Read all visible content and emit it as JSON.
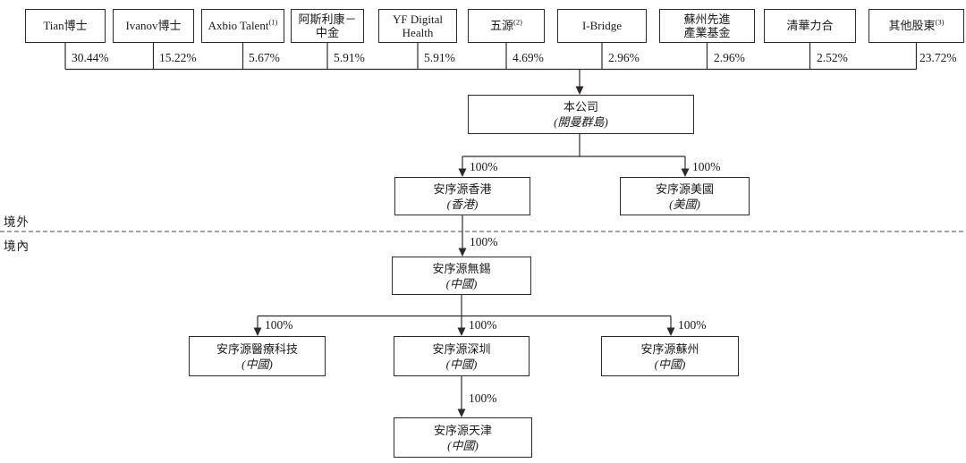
{
  "diagram": {
    "title": "shareholding-structure",
    "ink_color": "#2e2a28",
    "regions": {
      "offshore": "境外",
      "onshore": "境內"
    },
    "shareholders": [
      {
        "line1": "Tian博士",
        "line2": "",
        "sup": "",
        "pct": "30.44%"
      },
      {
        "line1": "Ivanov博士",
        "line2": "",
        "sup": "",
        "pct": "15.22%"
      },
      {
        "line1": "Axbio Talent",
        "line2": "",
        "sup": "(1)",
        "pct": "5.67%"
      },
      {
        "line1": "阿斯利康－",
        "line2": "中金",
        "sup": "",
        "pct": "5.91%"
      },
      {
        "line1": "YF Digital",
        "line2": "Health",
        "sup": "",
        "pct": "5.91%"
      },
      {
        "line1": "五源",
        "line2": "",
        "sup": "(2)",
        "pct": "4.69%"
      },
      {
        "line1": "I-Bridge",
        "line2": "",
        "sup": "",
        "pct": "2.96%"
      },
      {
        "line1": "蘇州先進",
        "line2": "產業基金",
        "sup": "",
        "pct": "2.96%"
      },
      {
        "line1": "清華力合",
        "line2": "",
        "sup": "",
        "pct": "2.52%"
      },
      {
        "line1": "其他股東",
        "line2": "",
        "sup": "(3)",
        "pct": "23.72%"
      }
    ],
    "entities": {
      "company": {
        "name": "本公司",
        "location": "(開曼群島)"
      },
      "hk": {
        "name": "安序源香港",
        "location": "(香港)",
        "pct": "100%"
      },
      "us": {
        "name": "安序源美國",
        "location": "(美國)",
        "pct": "100%"
      },
      "wuxi": {
        "name": "安序源無錫",
        "location": "(中國)",
        "pct": "100%"
      },
      "medtech": {
        "name": "安序源醫療科技",
        "location": "(中國)",
        "pct": "100%"
      },
      "shenzhen": {
        "name": "安序源深圳",
        "location": "(中國)",
        "pct": "100%"
      },
      "suzhou": {
        "name": "安序源蘇州",
        "location": "(中國)",
        "pct": "100%"
      },
      "tianjin": {
        "name": "安序源天津",
        "location": "(中國)",
        "pct": "100%"
      }
    }
  }
}
